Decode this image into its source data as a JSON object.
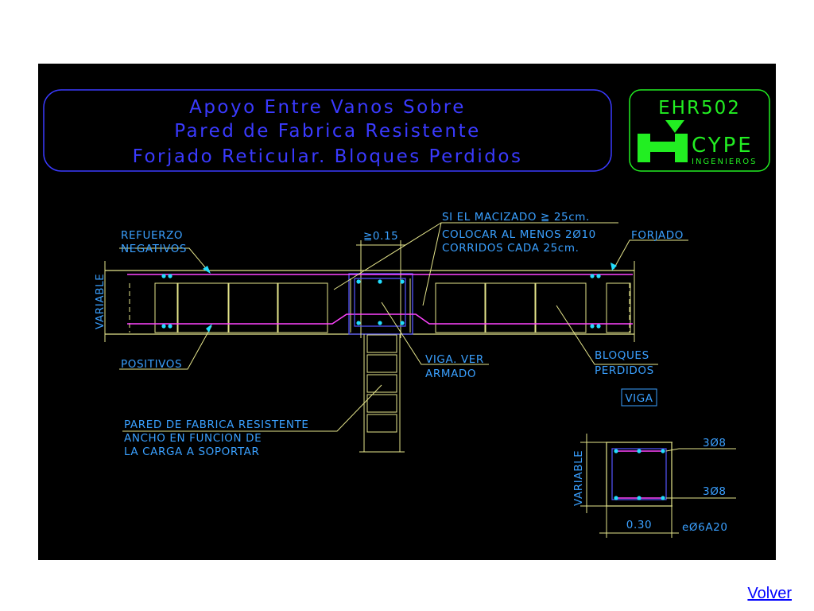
{
  "title": {
    "line1": "Apoyo Entre Vanos Sobre",
    "line2": "Pared de Fabrica Resistente",
    "line3": "Forjado Reticular. Bloques Perdidos"
  },
  "logo": {
    "code": "EHR502",
    "brand": "CYPE",
    "sub": "INGENIEROS"
  },
  "labels": {
    "refuerzo_1": "REFUERZO",
    "refuerzo_2": "NEGATIVOS",
    "min_width": "≧0.15",
    "macizado_1": "SI EL MACIZADO ≧ 25cm.",
    "macizado_2": "COLOCAR AL MENOS 2Ø10",
    "macizado_3": "CORRIDOS CADA 25cm.",
    "forjado": "FORJADO",
    "variable": "VARIABLE",
    "positivos": "POSITIVOS",
    "viga_ver_1": "VIGA. VER",
    "viga_ver_2": "ARMADO",
    "bloques_1": "BLOQUES",
    "bloques_2": "PERDIDOS",
    "viga_tag": "VIGA",
    "pared_1": "PARED DE FABRICA RESISTENTE",
    "pared_2": "ANCHO EN FUNCION DE",
    "pared_3": "LA CARGA A SOPORTAR",
    "sec_variable": "VARIABLE",
    "sec_top": "3Ø8",
    "sec_bottom": "3Ø8",
    "sec_width": "0.30",
    "sec_stirrups": "eØ6A20"
  },
  "link": {
    "volver": "Volver"
  },
  "colors": {
    "background": "#000000",
    "title": "#3a3aff",
    "labels": "#3aa0ff",
    "logo": "#22ee22",
    "structure": "#e6e68c",
    "reinforcement": "#ff44ff",
    "rebar_dots": "#22ddff",
    "beam": "#5555ff"
  }
}
